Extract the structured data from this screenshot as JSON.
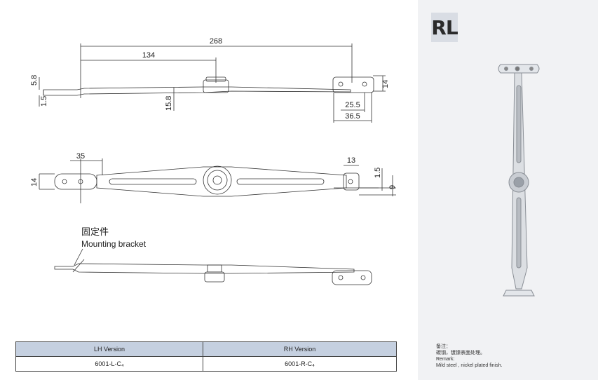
{
  "badge": "RL",
  "drawing": {
    "top_view": {
      "dim_overall": "268",
      "dim_pivot": "134",
      "dim_left_height": "5.8",
      "dim_left_thick": "1.5",
      "dim_pivot_height": "15.8",
      "dim_right_width": "14",
      "dim_right_hole": "25.5",
      "dim_right_total": "36.5"
    },
    "side_view": {
      "dim_left_bracket": "35",
      "dim_left_height": "14",
      "dim_right_width": "13",
      "dim_right_thick": "1.5",
      "dim_right_height": "9"
    },
    "mounting_label_cn": "固定件",
    "mounting_label_en": "Mounting bracket"
  },
  "table": {
    "headers": [
      "LH Version",
      "RH Version"
    ],
    "row": [
      "6001-L-C₄",
      "6001-R-C₄"
    ]
  },
  "remarks": {
    "line1": "备注：",
    "line2": "碳钢，镀镍表面处理。",
    "line3": "Remark:",
    "line4": "Mild steel , nickel plated finish."
  }
}
